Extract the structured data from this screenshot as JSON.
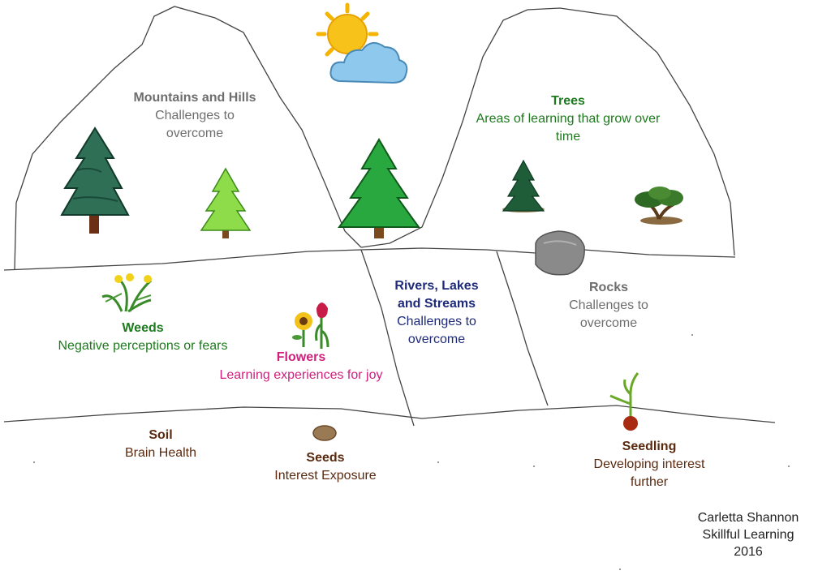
{
  "diagram": {
    "mountains": {
      "title": "Mountains and Hills",
      "desc": "Challenges to overcome"
    },
    "trees": {
      "title": "Trees",
      "desc": "Areas of learning that grow over time"
    },
    "weeds": {
      "title": "Weeds",
      "desc": "Negative perceptions or fears"
    },
    "flowers": {
      "title": "Flowers",
      "desc": "Learning experiences for joy"
    },
    "rivers": {
      "title": "Rivers, Lakes and Streams",
      "desc": "Challenges to overcome"
    },
    "rocks": {
      "title": "Rocks",
      "desc": "Challenges to overcome"
    },
    "soil": {
      "title": "Soil",
      "desc": "Brain Health"
    },
    "seeds": {
      "title": "Seeds",
      "desc": "Interest Exposure"
    },
    "seedling": {
      "title": "Seedling",
      "desc": "Developing interest further"
    },
    "credit": {
      "author": "Carletta Shannon",
      "org": "Skillful Learning",
      "year": "2016"
    }
  },
  "colors": {
    "line": "#444444",
    "mountains": "#6e6e6e",
    "trees": "#1e7a1e",
    "weeds": "#1e7a1e",
    "flowers": "#d0207e",
    "rivers": "#1e2a7a",
    "rocks": "#6e6e6e",
    "soil": "#5a2a10",
    "sun": "#f5b400",
    "cloud": "#8ec8ec"
  },
  "icons": [
    "sun-cloud-icon",
    "pine-tree-icon",
    "rock-icon",
    "dandelion-icon",
    "sunflower-icon",
    "tulip-icon",
    "seed-icon",
    "seedling-icon",
    "bonsai-icon"
  ]
}
